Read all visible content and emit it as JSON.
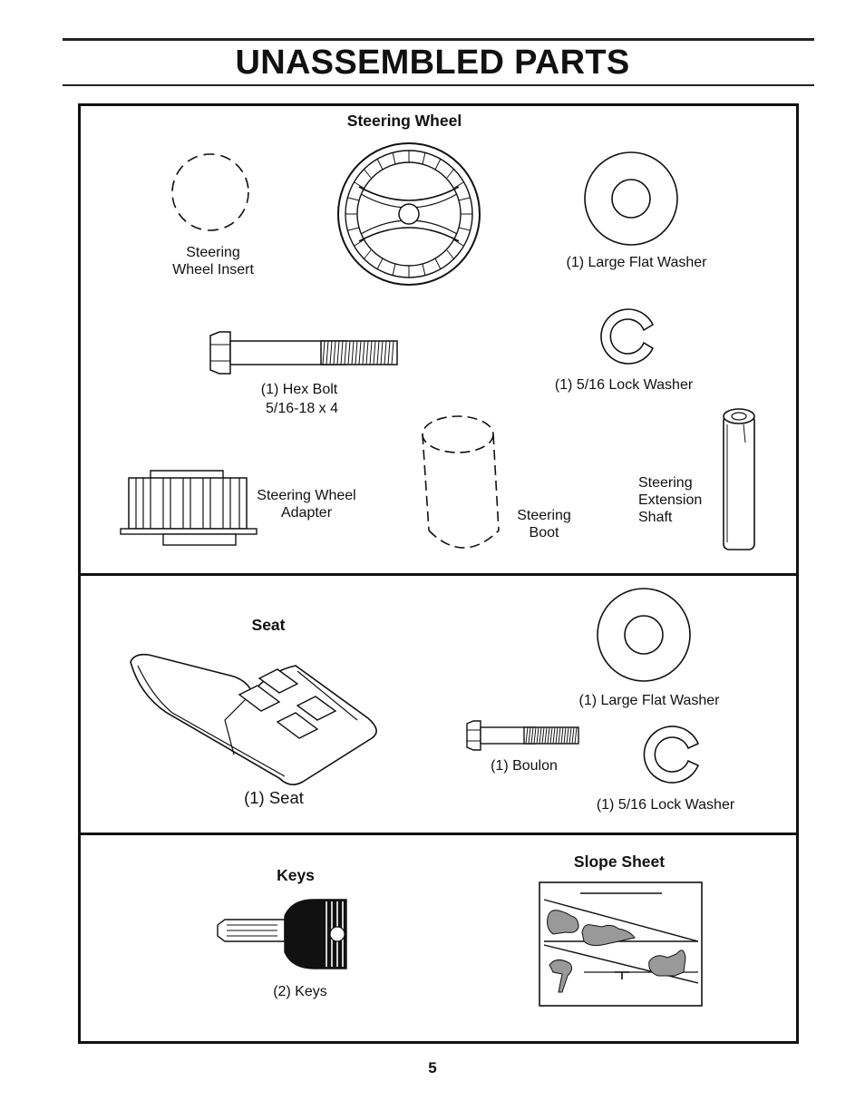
{
  "title": "UNASSEMBLED PARTS",
  "page_number": "5",
  "steering": {
    "heading": "Steering Wheel",
    "insert": [
      "Steering",
      "Wheel Insert"
    ],
    "large_flat_washer": "(1) Large Flat Washer",
    "hex_bolt": [
      "(1) Hex Bolt",
      "5/16-18 x 4"
    ],
    "lock_washer": "(1) 5/16 Lock Washer",
    "adapter": [
      "Steering Wheel",
      "Adapter"
    ],
    "boot": [
      "Steering",
      "Boot"
    ],
    "shaft": [
      "Steering",
      "Extension",
      "Shaft"
    ]
  },
  "seat": {
    "heading": "Seat",
    "seat_label": "(1) Seat",
    "large_flat_washer": "(1) Large Flat Washer",
    "boulon": "(1) Boulon",
    "lock_washer": "(1) 5/16 Lock Washer"
  },
  "keys": {
    "heading": "Keys",
    "label": "(2) Keys"
  },
  "slope": {
    "heading": "Slope Sheet"
  }
}
